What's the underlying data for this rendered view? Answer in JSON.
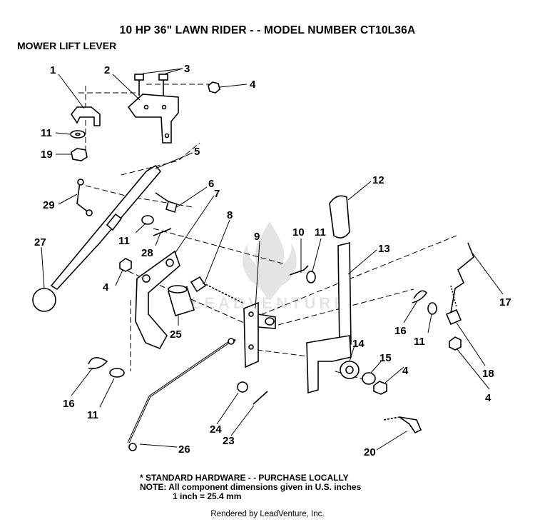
{
  "header": {
    "title": "10 HP 36\" LAWN RIDER - - MODEL NUMBER CT10L36A",
    "subtitle": "MOWER LIFT LEVER"
  },
  "callouts": {
    "c1": "1",
    "c2": "2",
    "c3": "3",
    "c4a": "4",
    "c5": "5",
    "c6": "6",
    "c7": "7",
    "c8": "8",
    "c9": "9",
    "c10": "10",
    "c11a": "11",
    "c11b": "11",
    "c11c": "11",
    "c11d": "11",
    "c11e": "11",
    "c12": "12",
    "c13": "13",
    "c14": "14",
    "c15": "15",
    "c4b": "4",
    "c4c": "4",
    "c4d": "4",
    "c16a": "16",
    "c16b": "16",
    "c17": "17",
    "c18": "18",
    "c19": "19",
    "c20": "20",
    "c23": "23",
    "c24": "24",
    "c25": "25",
    "c26": "26",
    "c27": "27",
    "c28": "28",
    "c29": "29"
  },
  "notes": {
    "line1": "* STANDARD HARDWARE - - PURCHASE LOCALLY",
    "line2": "NOTE:  All component dimensions given in U.S. inches",
    "line3": "1 inch = 25.4 mm"
  },
  "watermark": {
    "text": "LEADVENTURE"
  },
  "footer": {
    "text": "Rendered by LeadVenture, Inc."
  }
}
